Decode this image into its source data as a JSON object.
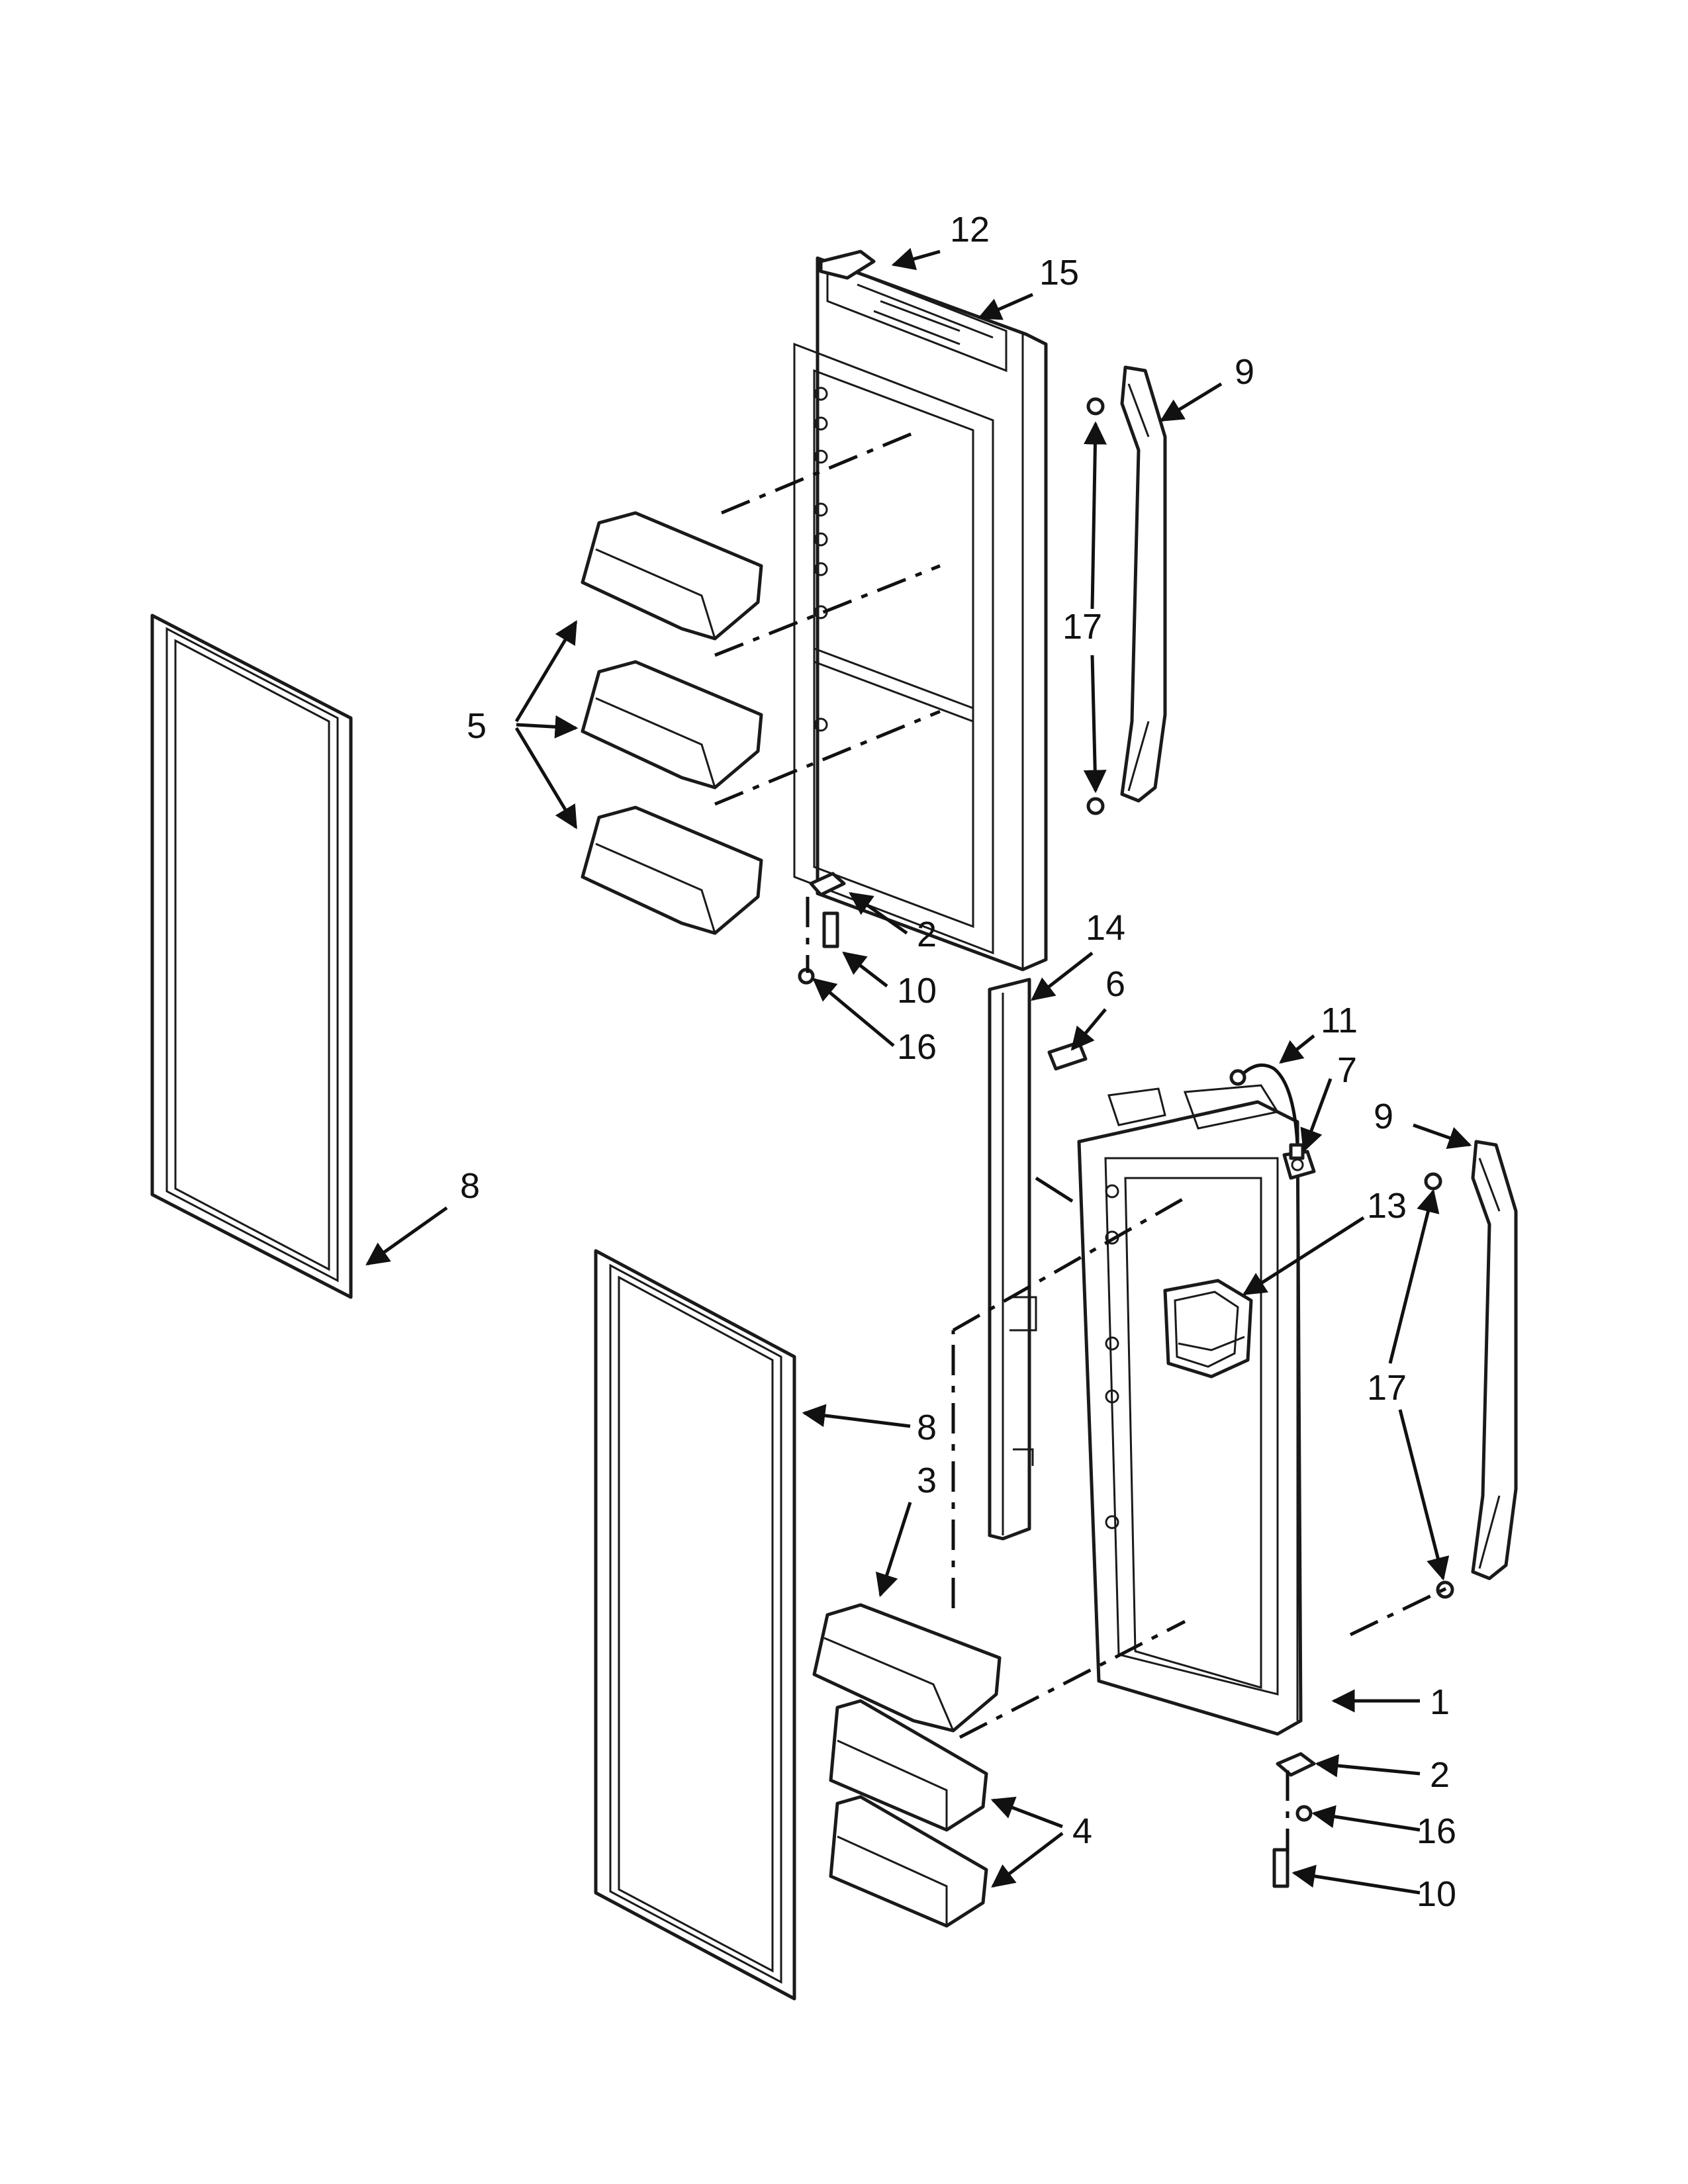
{
  "callouts": {
    "c1": "1",
    "c2a": "2",
    "c2b": "2",
    "c3": "3",
    "c4": "4",
    "c5": "5",
    "c6": "6",
    "c7": "7",
    "c8a": "8",
    "c8b": "8",
    "c9a": "9",
    "c9b": "9",
    "c10a": "10",
    "c10b": "10",
    "c11": "11",
    "c12": "12",
    "c13": "13",
    "c14": "14",
    "c15": "15",
    "c16a": "16",
    "c16b": "16",
    "c17a": "17",
    "c17b": "17"
  },
  "colors": {
    "line": "#1a1a1a",
    "background": "#ffffff"
  }
}
